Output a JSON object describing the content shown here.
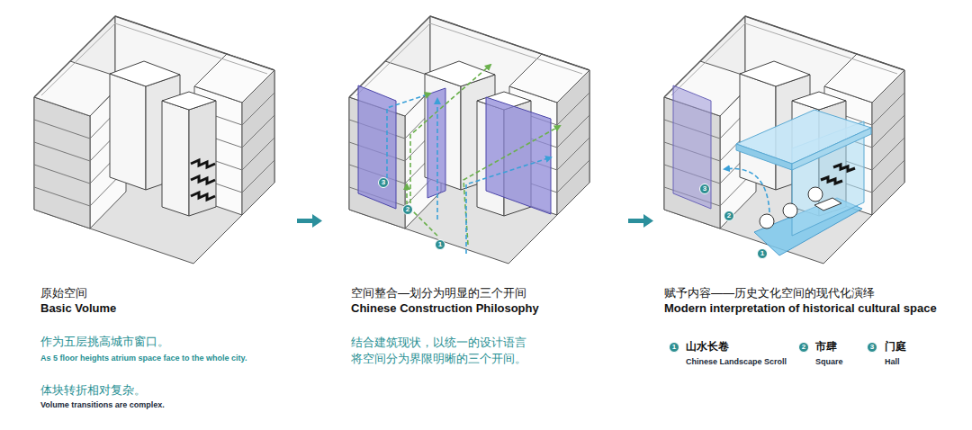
{
  "diagram": {
    "nodes": [
      {
        "text": [
          "3"
        ]
      },
      {
        "text": [
          "2"
        ]
      },
      {
        "text": [
          "1"
        ]
      },
      {
        "text": [
          "3"
        ]
      },
      {
        "text": [
          "2"
        ]
      },
      {
        "text": [
          "1"
        ]
      },
      {
        "text": [
          "1"
        ]
      },
      {
        "text": [
          "2"
        ]
      },
      {
        "text": [
          "3"
        ]
      }
    ],
    "labels": [
      "原始空间",
      "Basic Volume",
      "作为五层挑高城市窗口。",
      "As 5 floor heights atrium space face to the whole city.",
      "体块转折相对复杂。",
      "Volume transitions are complex.",
      "空间整合—划分为明显的三个开间",
      "Chinese Construction Philosophy",
      "结合建筑现状，以统一的设计语言 将空间分为界限明晰的三个开间。",
      "赋予内容——历史文化空间的现代化演绎",
      "Modern interpretation of historical cultural space",
      "山水长卷",
      "Chinese Landscape Scroll",
      "市肆",
      "Square",
      "门庭",
      "Hall"
    ]
  }
}
